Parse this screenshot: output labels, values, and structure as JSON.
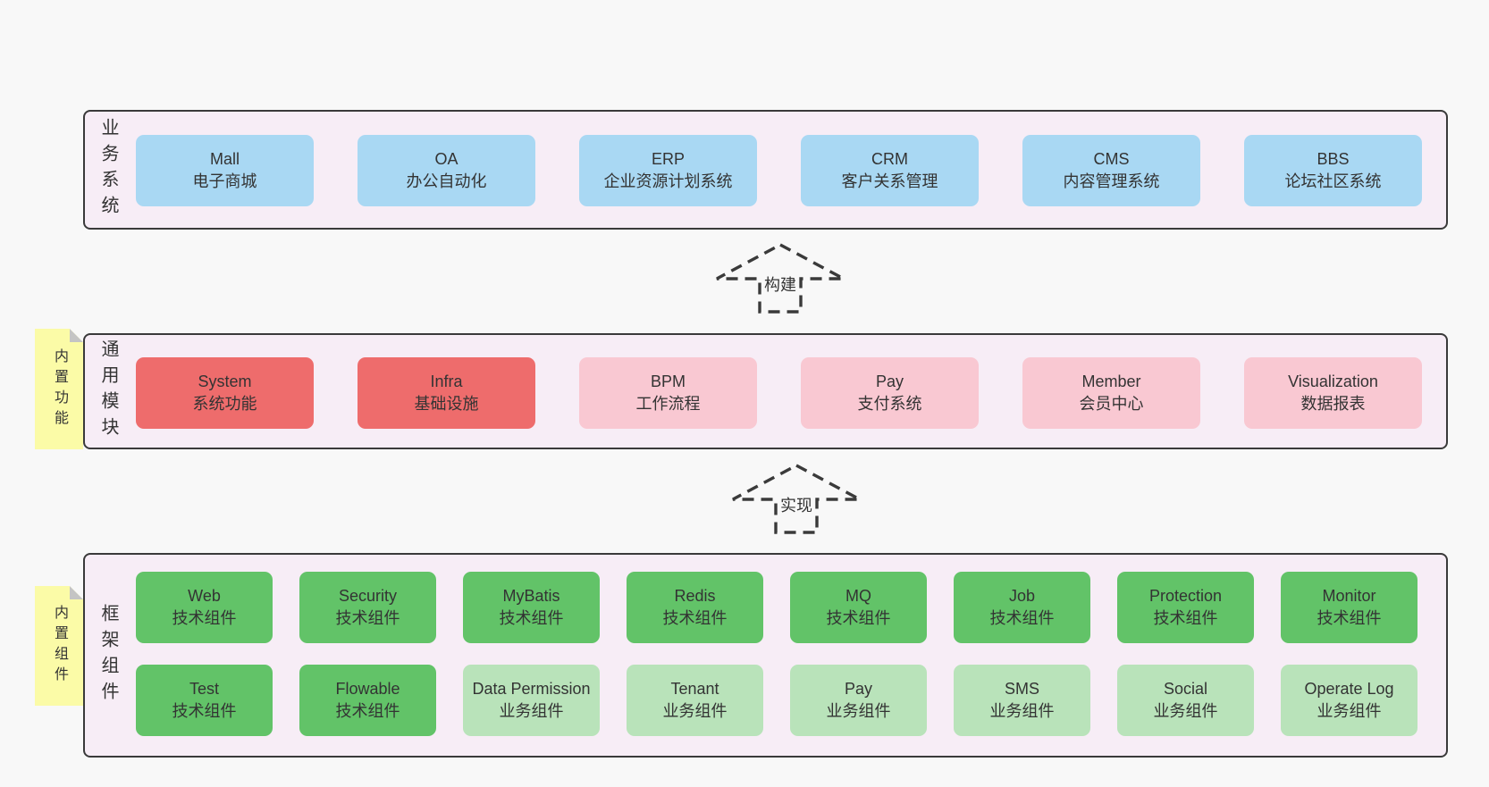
{
  "diagram": {
    "arrows": [
      {
        "label": "构建"
      },
      {
        "label": "实现"
      }
    ],
    "layers": [
      {
        "name": "业务系统",
        "boxes": [
          {
            "title": "Mall",
            "subtitle": "电子商城"
          },
          {
            "title": "OA",
            "subtitle": "办公自动化"
          },
          {
            "title": "ERP",
            "subtitle": "企业资源计划系统"
          },
          {
            "title": "CRM",
            "subtitle": "客户关系管理"
          },
          {
            "title": "CMS",
            "subtitle": "内容管理系统"
          },
          {
            "title": "BBS",
            "subtitle": "论坛社区系统"
          }
        ]
      },
      {
        "name": "通用模块",
        "note": "内置功能",
        "boxes": [
          {
            "title": "System",
            "subtitle": "系统功能"
          },
          {
            "title": "Infra",
            "subtitle": "基础设施"
          },
          {
            "title": "BPM",
            "subtitle": "工作流程"
          },
          {
            "title": "Pay",
            "subtitle": "支付系统"
          },
          {
            "title": "Member",
            "subtitle": "会员中心"
          },
          {
            "title": "Visualization",
            "subtitle": "数据报表"
          }
        ]
      },
      {
        "name": "框架组件",
        "note": "内置组件",
        "rows": [
          {
            "boxes": [
              {
                "title": "Web",
                "subtitle": "技术组件"
              },
              {
                "title": "Security",
                "subtitle": "技术组件"
              },
              {
                "title": "MyBatis",
                "subtitle": "技术组件"
              },
              {
                "title": "Redis",
                "subtitle": "技术组件"
              },
              {
                "title": "MQ",
                "subtitle": "技术组件"
              },
              {
                "title": "Job",
                "subtitle": "技术组件"
              },
              {
                "title": "Protection",
                "subtitle": "技术组件"
              },
              {
                "title": "Monitor",
                "subtitle": "技术组件"
              }
            ]
          },
          {
            "boxes": [
              {
                "title": "Test",
                "subtitle": "技术组件"
              },
              {
                "title": "Flowable",
                "subtitle": "技术组件"
              },
              {
                "title": "Data Permission",
                "subtitle": "业务组件"
              },
              {
                "title": "Tenant",
                "subtitle": "业务组件"
              },
              {
                "title": "Pay",
                "subtitle": "业务组件"
              },
              {
                "title": "SMS",
                "subtitle": "业务组件"
              },
              {
                "title": "Social",
                "subtitle": "业务组件"
              },
              {
                "title": "Operate Log",
                "subtitle": "业务组件"
              }
            ]
          }
        ]
      }
    ],
    "colors": {
      "business_system_box": "#a9d8f3",
      "core_module_box": "#ee6c6c",
      "optional_module_box": "#f9c8d2",
      "tech_component_box": "#62c368",
      "biz_component_box": "#b9e3ba",
      "layer_background": "#f7edf6",
      "note_background": "#fbfba7",
      "note_fold": "#c4c4c4",
      "border": "#3a3a3a",
      "page_background": "#f8f8f8",
      "text": "#333333"
    }
  }
}
